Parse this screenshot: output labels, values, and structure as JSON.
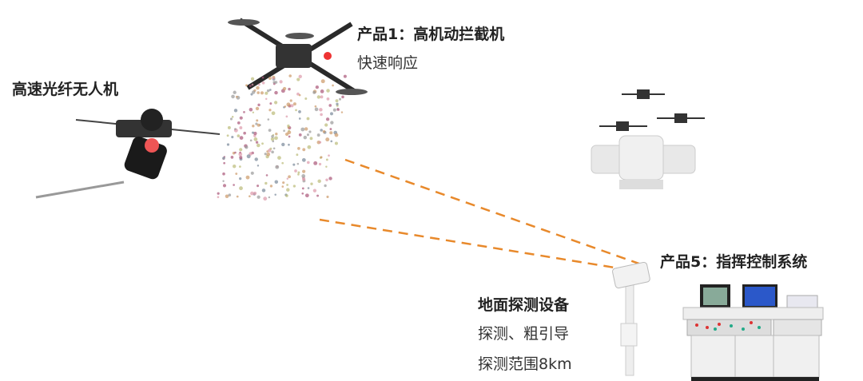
{
  "fiber_drone": {
    "title": "高速光纤无人机"
  },
  "product1": {
    "title": "产品1：高机动拦截机",
    "desc": "快速响应"
  },
  "ground": {
    "title": "地面探测设备",
    "line1": "探测、粗引导",
    "line2": "探测范围8km"
  },
  "product5": {
    "title": "产品5：指挥控制系统"
  },
  "colors": {
    "link": "#e8892b"
  }
}
